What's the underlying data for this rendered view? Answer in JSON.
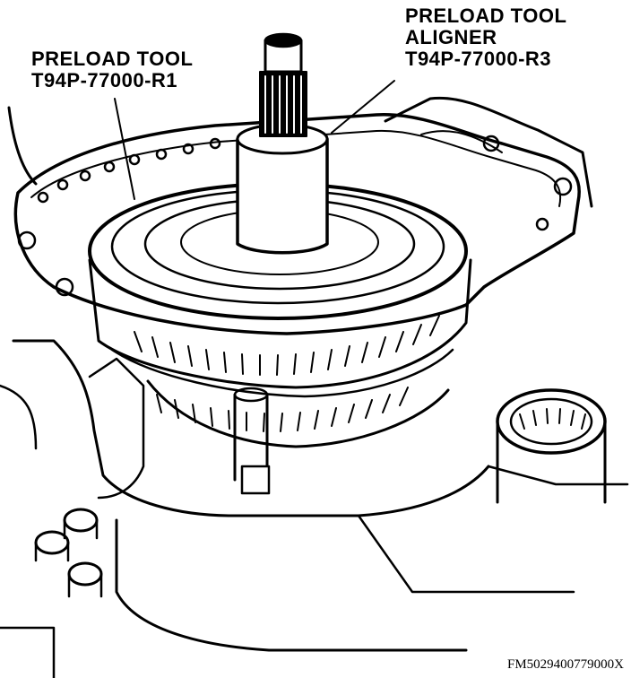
{
  "callouts": {
    "preload_tool": {
      "line1": "PRELOAD TOOL",
      "line2": "T94P-77000-R1"
    },
    "aligner": {
      "line1": "PRELOAD TOOL",
      "line2": "ALIGNER",
      "line3": "T94P-77000-R3"
    }
  },
  "figure_id": "FM5029400779000X",
  "colors": {
    "ink": "#000000",
    "paper": "#ffffff"
  }
}
